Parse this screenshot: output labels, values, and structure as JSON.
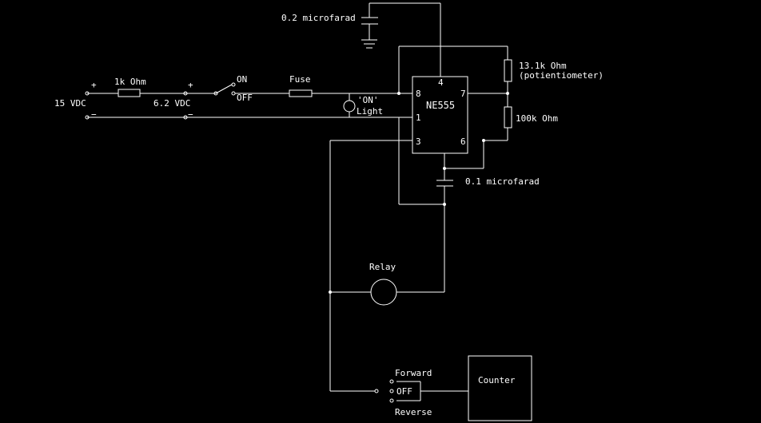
{
  "labels": {
    "cap_top": "0.2 microfarad",
    "pot": "13.1k Ohm",
    "pot_sub": "(potientiometer)",
    "res_100k": "100k Ohm",
    "cap_bottom": "0.1 microfarad",
    "res_1k": "1k Ohm",
    "v15": "15 VDC",
    "v62": "6.2 VDC",
    "plus": "+",
    "minus": "−",
    "on": "ON",
    "off": "OFF",
    "fuse": "Fuse",
    "on_light": "'ON'",
    "light": "Light",
    "chip": "NE555",
    "pin4": "4",
    "pin8": "8",
    "pin7": "7",
    "pin1": "1",
    "pin3": "3",
    "pin6": "6",
    "relay": "Relay",
    "forward": "Forward",
    "switch_off": "OFF",
    "reverse": "Reverse",
    "counter": "Counter"
  }
}
